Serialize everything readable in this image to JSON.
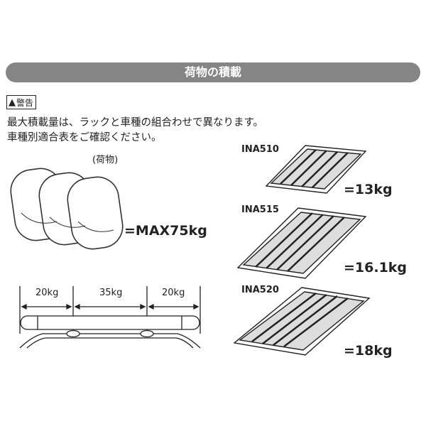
{
  "header": {
    "title": "荷物の積載"
  },
  "warning": {
    "icon": "warning-triangle-icon",
    "label": "警告"
  },
  "body_text": [
    "最大積載量は、ラックと車種の組合わせで異なります。",
    "車種別適合表をご確認ください。"
  ],
  "cargo": {
    "label": "(荷物)",
    "max_load": "=MAX75kg"
  },
  "distribution": {
    "segments": [
      "20kg",
      "35kg",
      "20kg"
    ]
  },
  "racks": [
    {
      "model": "INA510",
      "load": "=13kg"
    },
    {
      "model": "INA515",
      "load": "=16.1kg"
    },
    {
      "model": "INA520",
      "load": "=18kg"
    }
  ]
}
